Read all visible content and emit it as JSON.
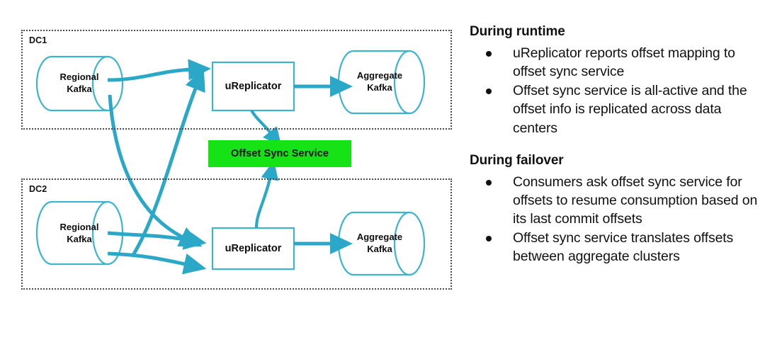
{
  "diagram": {
    "colors": {
      "arrow_teal": "#2ba8c8",
      "node_stroke": "#3db4cf",
      "panel_dotted": "#4a4a4a",
      "offset_sync_green": "#16e316",
      "text_black": "#0d0d0d"
    },
    "panels": [
      {
        "id": "dc1",
        "label": "DC1"
      },
      {
        "id": "dc2",
        "label": "DC2"
      }
    ],
    "nodes": {
      "dc1": {
        "regional_kafka": "Regional\nKafka",
        "regional_kafka_line1": "Regional",
        "regional_kafka_line2": "Kafka",
        "ureplicator": "uReplicator",
        "aggregate_kafka_line1": "Aggregate",
        "aggregate_kafka_line2": "Kafka"
      },
      "dc2": {
        "regional_kafka_line1": "Regional",
        "regional_kafka_line2": "Kafka",
        "ureplicator": "uReplicator",
        "aggregate_kafka_line1": "Aggregate",
        "aggregate_kafka_line2": "Kafka"
      }
    },
    "offset_sync_service": {
      "label": "Offset Sync Service"
    },
    "edges": [
      {
        "from": "dc1-regional-kafka",
        "to": "dc1-ureplicator"
      },
      {
        "from": "dc2-regional-kafka",
        "to": "dc1-ureplicator"
      },
      {
        "from": "dc1-ureplicator",
        "to": "dc1-aggregate-kafka"
      },
      {
        "from": "dc1-ureplicator",
        "to": "offset-sync-service"
      },
      {
        "from": "dc1-regional-kafka",
        "to": "dc2-ureplicator"
      },
      {
        "from": "dc2-regional-kafka",
        "to": "dc2-ureplicator"
      },
      {
        "from": "dc2-ureplicator",
        "to": "dc2-aggregate-kafka"
      },
      {
        "from": "dc2-ureplicator",
        "to": "offset-sync-service"
      }
    ]
  },
  "text_panel": {
    "sections": [
      {
        "heading": "During runtime",
        "bullets": [
          "uReplicator reports offset mapping to offset sync service",
          "Offset sync service is all-active and the offset info is replicated across data centers"
        ]
      },
      {
        "heading": "During failover",
        "bullets": [
          "Consumers ask offset sync service for offsets to resume consumption based on its last commit offsets",
          "Offset sync service translates offsets between aggregate clusters"
        ]
      }
    ]
  }
}
